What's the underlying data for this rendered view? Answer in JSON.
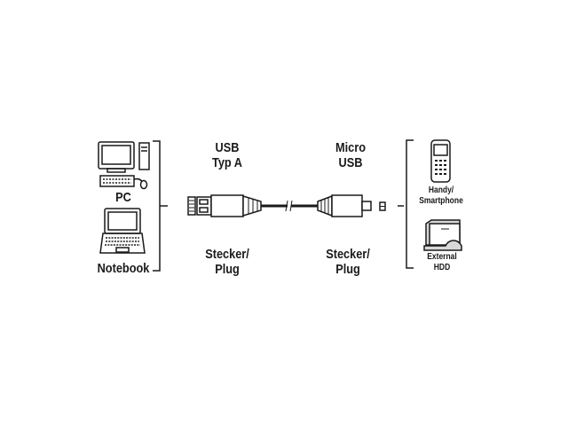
{
  "left_devices": [
    {
      "label": "PC",
      "icon": "desktop-pc-icon"
    },
    {
      "label": "Notebook",
      "icon": "laptop-icon"
    }
  ],
  "connector_a": {
    "line1": "USB",
    "line2": "Typ A",
    "type_line1": "Stecker/",
    "type_line2": "Plug"
  },
  "connector_b": {
    "line1": "Micro",
    "line2": "USB",
    "type_line1": "Stecker/",
    "type_line2": "Plug"
  },
  "right_devices": [
    {
      "line1": "Handy/",
      "line2": "Smartphone",
      "icon": "mobile-phone-icon"
    },
    {
      "line1": "External",
      "line2": "HDD",
      "icon": "external-hdd-icon"
    }
  ],
  "colors": {
    "stroke": "#1a1a1a",
    "fill": "#ffffff",
    "shade": "#d8d8d8"
  }
}
